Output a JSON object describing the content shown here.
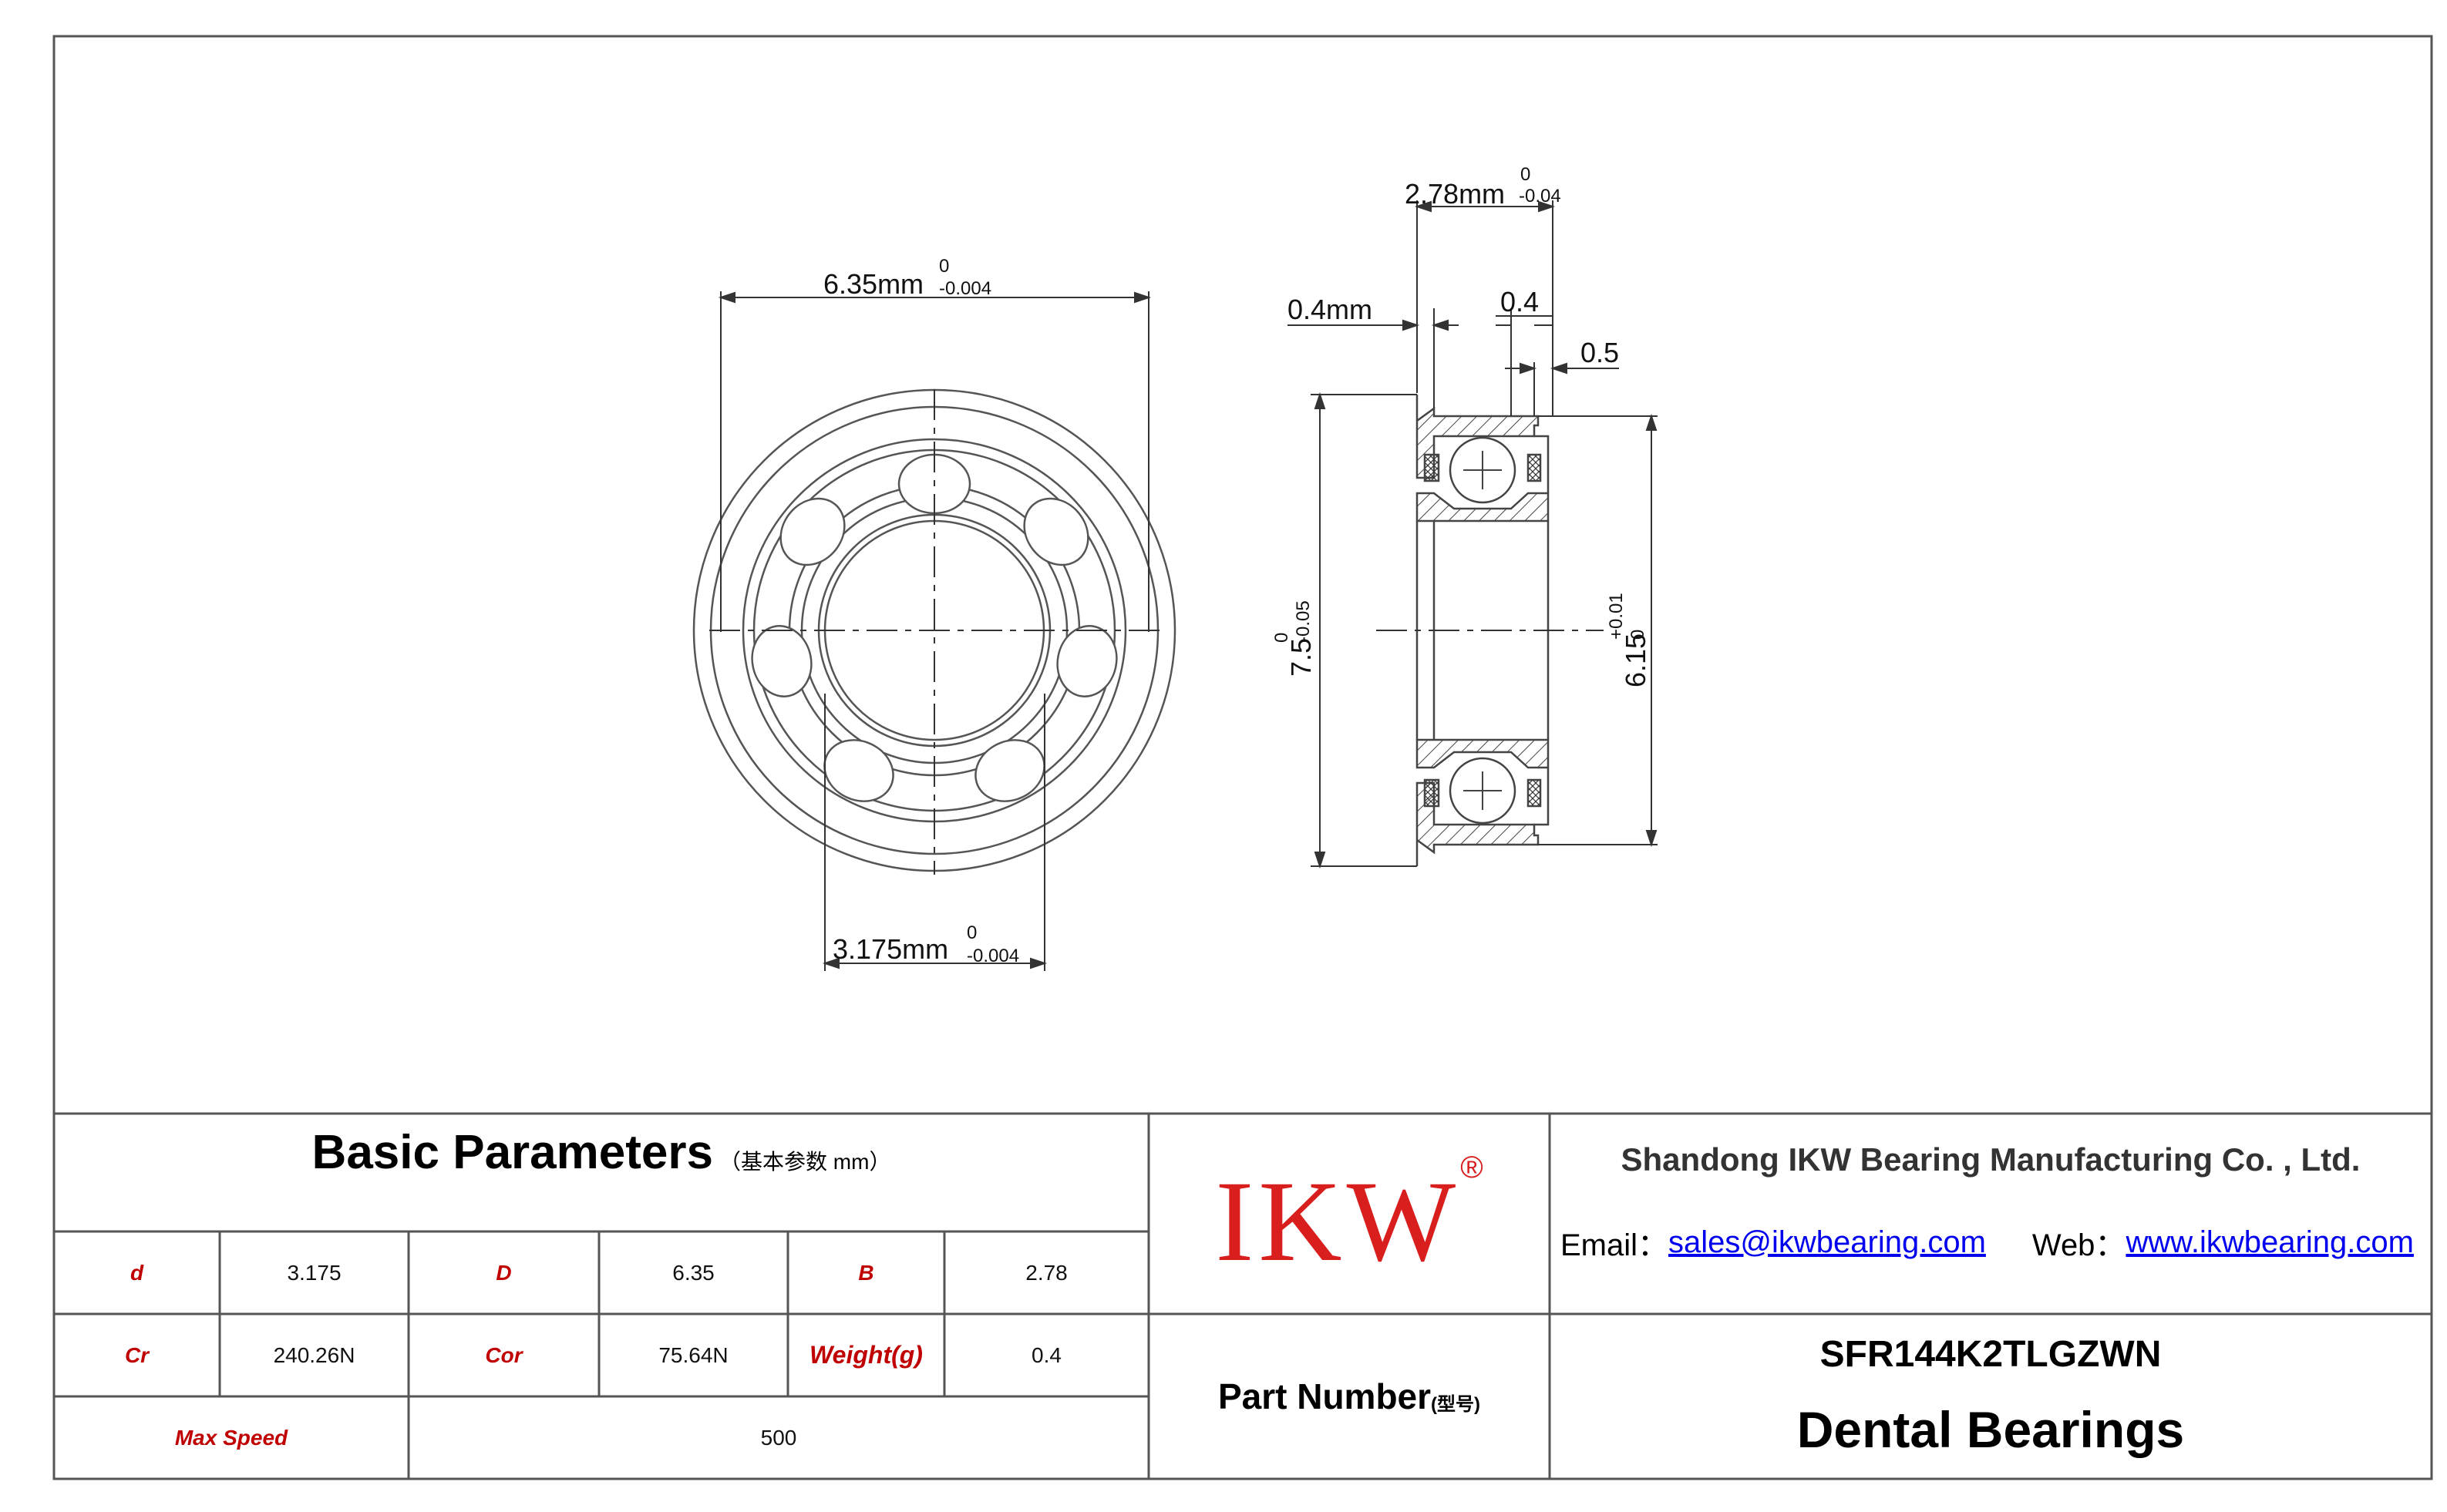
{
  "dimensions": {
    "outer_width": {
      "value": "6.35mm",
      "upper": "0",
      "lower": "-0.004"
    },
    "bore": {
      "value": "3.175mm",
      "upper": "0",
      "lower": "-0.004"
    },
    "width_b": {
      "value": "2.78mm",
      "upper": "0",
      "lower": "-0.04"
    },
    "flange_thickness": {
      "value": "0.4mm"
    },
    "dim_a": {
      "value": "0.4"
    },
    "dim_b": {
      "value": "0.5"
    },
    "flange_diameter": {
      "value": "7.5",
      "upper": "0",
      "lower": "-0.05"
    },
    "outer_diameter": {
      "value": "6.15",
      "upper": "+0.01",
      "lower": "0"
    }
  },
  "table": {
    "title": "Basic Parameters",
    "subtitle": "（基本参数 mm）",
    "rows": [
      [
        {
          "label": "d",
          "value": "3.175"
        },
        {
          "label": "D",
          "value": "6.35"
        },
        {
          "label": "B",
          "value": "2.78"
        }
      ],
      [
        {
          "label": "Cr",
          "value": "240.26N"
        },
        {
          "label": "Cor",
          "value": "75.64N"
        },
        {
          "label": "Weight(g)",
          "value": "0.4"
        }
      ]
    ],
    "max_speed": {
      "label": "Max Speed",
      "value": "500"
    }
  },
  "brand": {
    "logo": "IKW",
    "registered": "®",
    "color": "#d91e1e"
  },
  "company": {
    "name": "Shandong IKW Bearing Manufacturing Co. , Ltd.",
    "email_label": "Email：",
    "email": "sales@ikwbearing.com",
    "web_label": "Web：",
    "web": "www.ikwbearing.com"
  },
  "part": {
    "label": "Part Number",
    "label_cn": "(型号)",
    "number": "SFR144K2TLGZWN",
    "name": "Dental Bearings"
  }
}
